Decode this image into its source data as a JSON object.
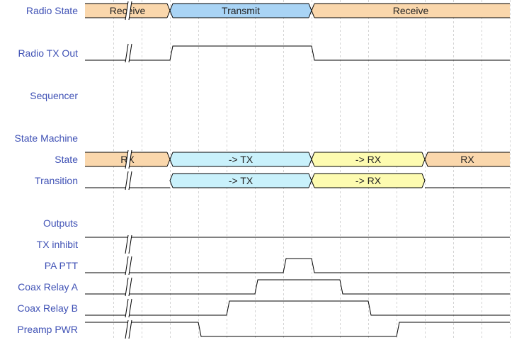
{
  "diagram": {
    "gap_tick": 1.5,
    "rows": [
      {
        "label": "Radio State",
        "type": "bus",
        "segments": [
          {
            "start": 0,
            "end": 3,
            "text": "Receive",
            "color": "#fad7ac"
          },
          {
            "start": 3,
            "end": 8,
            "text": "Transmit",
            "color": "#a9d4f5"
          },
          {
            "start": 8,
            "end": 15,
            "text": "Receive",
            "color": "#fad7ac"
          }
        ]
      },
      {
        "label": "",
        "type": "blank"
      },
      {
        "label": "Radio TX Out",
        "type": "wave",
        "initial": 0,
        "edges": [
          3,
          8
        ]
      },
      {
        "label": "",
        "type": "blank"
      },
      {
        "label": "Sequencer",
        "type": "blank"
      },
      {
        "label": "",
        "type": "blank"
      },
      {
        "label": "State Machine",
        "type": "blank"
      },
      {
        "label": "State",
        "type": "bus",
        "segments": [
          {
            "start": 0,
            "end": 3,
            "text": "RX",
            "color": "#fad7ac"
          },
          {
            "start": 3,
            "end": 8,
            "text": "-> TX",
            "color": "#c9f1fb"
          },
          {
            "start": 8,
            "end": 12,
            "text": "-> RX",
            "color": "#fdfbb0"
          },
          {
            "start": 12,
            "end": 15,
            "text": "RX",
            "color": "#fad7ac"
          }
        ]
      },
      {
        "label": "Transition",
        "type": "bus",
        "segments": [
          {
            "start": 0,
            "end": 3,
            "text": "",
            "color": null
          },
          {
            "start": 3,
            "end": 8,
            "text": "-> TX",
            "color": "#c9f1fb"
          },
          {
            "start": 8,
            "end": 12,
            "text": "-> RX",
            "color": "#fdfbb0"
          },
          {
            "start": 12,
            "end": 15,
            "text": "",
            "color": null
          }
        ]
      },
      {
        "label": "",
        "type": "blank"
      },
      {
        "label": "Outputs",
        "type": "blank"
      },
      {
        "label": "TX inhibit",
        "type": "wave",
        "initial": 1,
        "edges": []
      },
      {
        "label": "PA PTT",
        "type": "wave",
        "initial": 0,
        "edges": [
          7,
          8
        ]
      },
      {
        "label": "Coax Relay A",
        "type": "wave",
        "initial": 0,
        "edges": [
          6,
          9
        ]
      },
      {
        "label": "Coax Relay B",
        "type": "wave",
        "initial": 0,
        "edges": [
          5,
          10
        ]
      },
      {
        "label": "Preamp PWR",
        "type": "wave",
        "initial": 1,
        "edges": [
          4,
          11
        ]
      }
    ]
  }
}
